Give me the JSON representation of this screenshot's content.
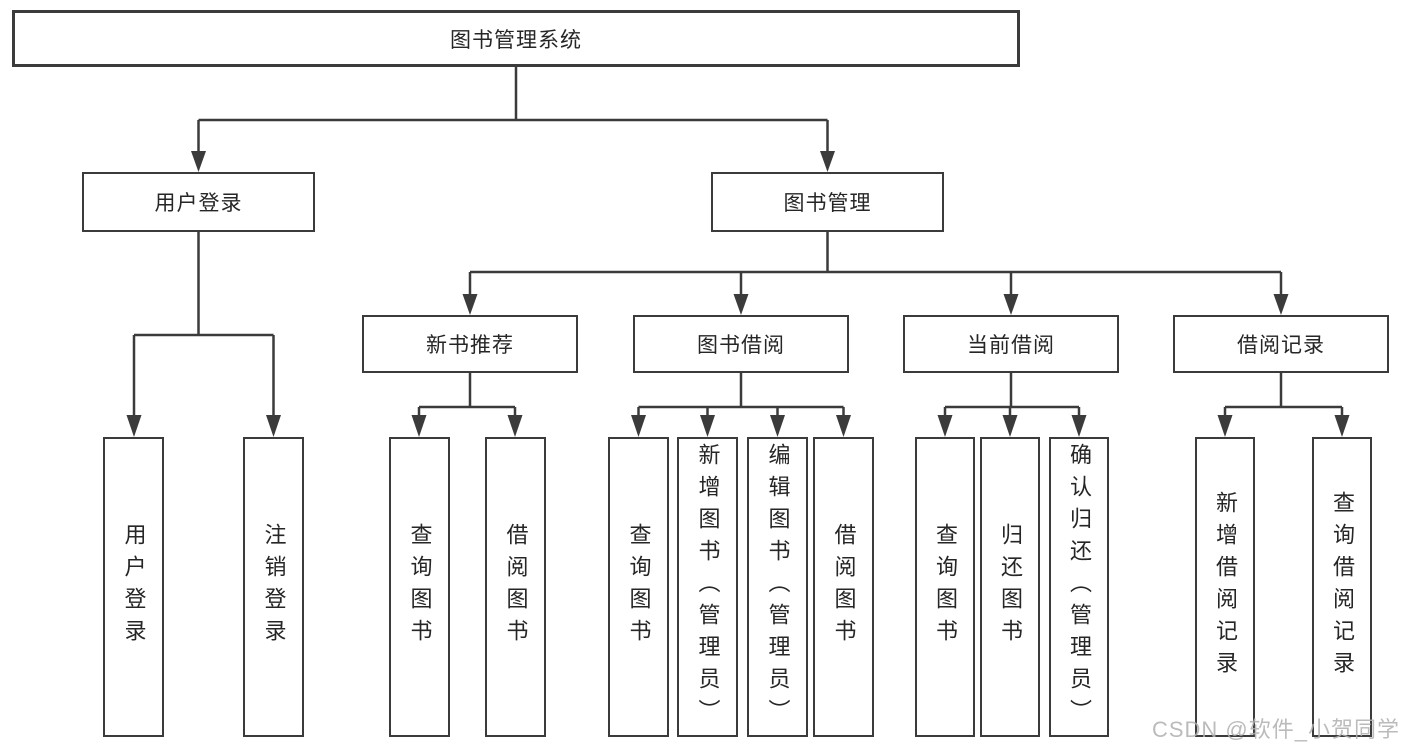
{
  "tree": {
    "root": "图书管理系统",
    "children": [
      {
        "label": "用户登录",
        "children": [
          "用户登录",
          "注销登录"
        ]
      },
      {
        "label": "图书管理",
        "children": [
          {
            "label": "新书推荐",
            "children": [
              "查询图书",
              "借阅图书"
            ]
          },
          {
            "label": "图书借阅",
            "children": [
              "查询图书",
              "新增图书（管理员）",
              "编辑图书（管理员）",
              "借阅图书"
            ]
          },
          {
            "label": "当前借阅",
            "children": [
              "查询图书",
              "归还图书",
              "确认归还（管理员）"
            ]
          },
          {
            "label": "借阅记录",
            "children": [
              "新增借阅记录",
              "查询借阅记录"
            ]
          }
        ]
      }
    ]
  },
  "watermark": "CSDN @软件_小贺同学",
  "colors": {
    "line": "#3b3b3b",
    "text": "#262626",
    "watermark": "#b0b0b0",
    "background": "#ffffff"
  }
}
